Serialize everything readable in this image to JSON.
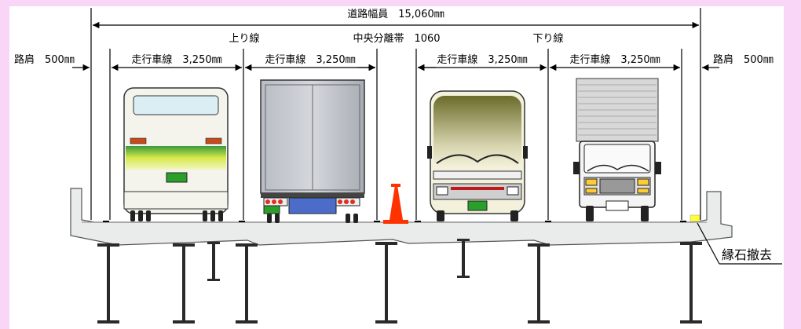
{
  "dimensions": {
    "road_width": "道路幅員　15,060㎜",
    "up_line": "上り線",
    "median": "中央分離帯　1060",
    "down_line": "下り線",
    "shoulder_left": "路肩　500㎜",
    "shoulder_right": "路肩　500㎜",
    "lanes": [
      "走行車線　3,250㎜",
      "走行車線　3,250㎜",
      "走行車線　3,250㎜",
      "走行車線　3,250㎜"
    ]
  },
  "callout": {
    "curb_removal": "縁石撤去"
  },
  "colors": {
    "background": "#f9d5f7",
    "deck": "#e9ecea",
    "cone": "#ff3300",
    "curb_marker": "#ffff33",
    "dimension_line": "#000000"
  },
  "vehicles": [
    {
      "lane": 1,
      "type": "bus-rear",
      "icon": "bus-rear-icon"
    },
    {
      "lane": 2,
      "type": "truck-rear",
      "icon": "truck-rear-icon"
    },
    {
      "lane": 3,
      "type": "bus-front",
      "icon": "bus-front-icon"
    },
    {
      "lane": 4,
      "type": "truck-front",
      "icon": "truck-front-icon"
    }
  ]
}
